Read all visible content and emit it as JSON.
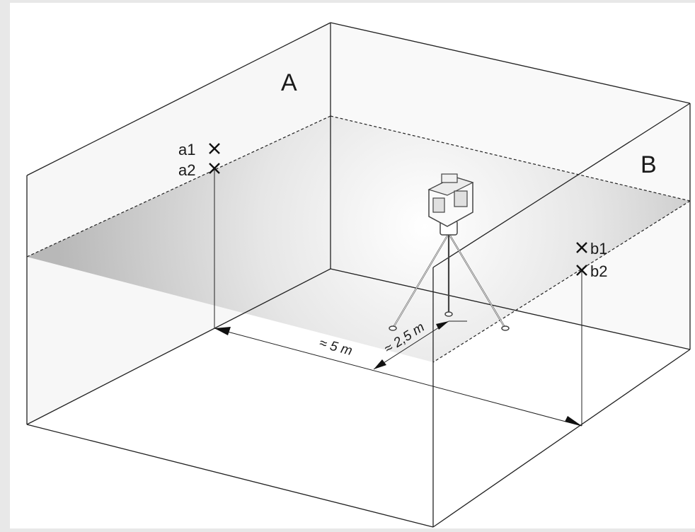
{
  "diagram": {
    "walls": {
      "left_label": "A",
      "right_label": "B"
    },
    "marks_wall_a": [
      "a1",
      "a2"
    ],
    "marks_wall_b": [
      "b1",
      "b2"
    ],
    "distances": {
      "between_walls": "≈ 5 m",
      "to_wall_b": "≈ 2,5 m"
    },
    "icons": [
      "cross-mark-icon",
      "tripod-laser-level-icon",
      "arrowhead-icon"
    ]
  }
}
